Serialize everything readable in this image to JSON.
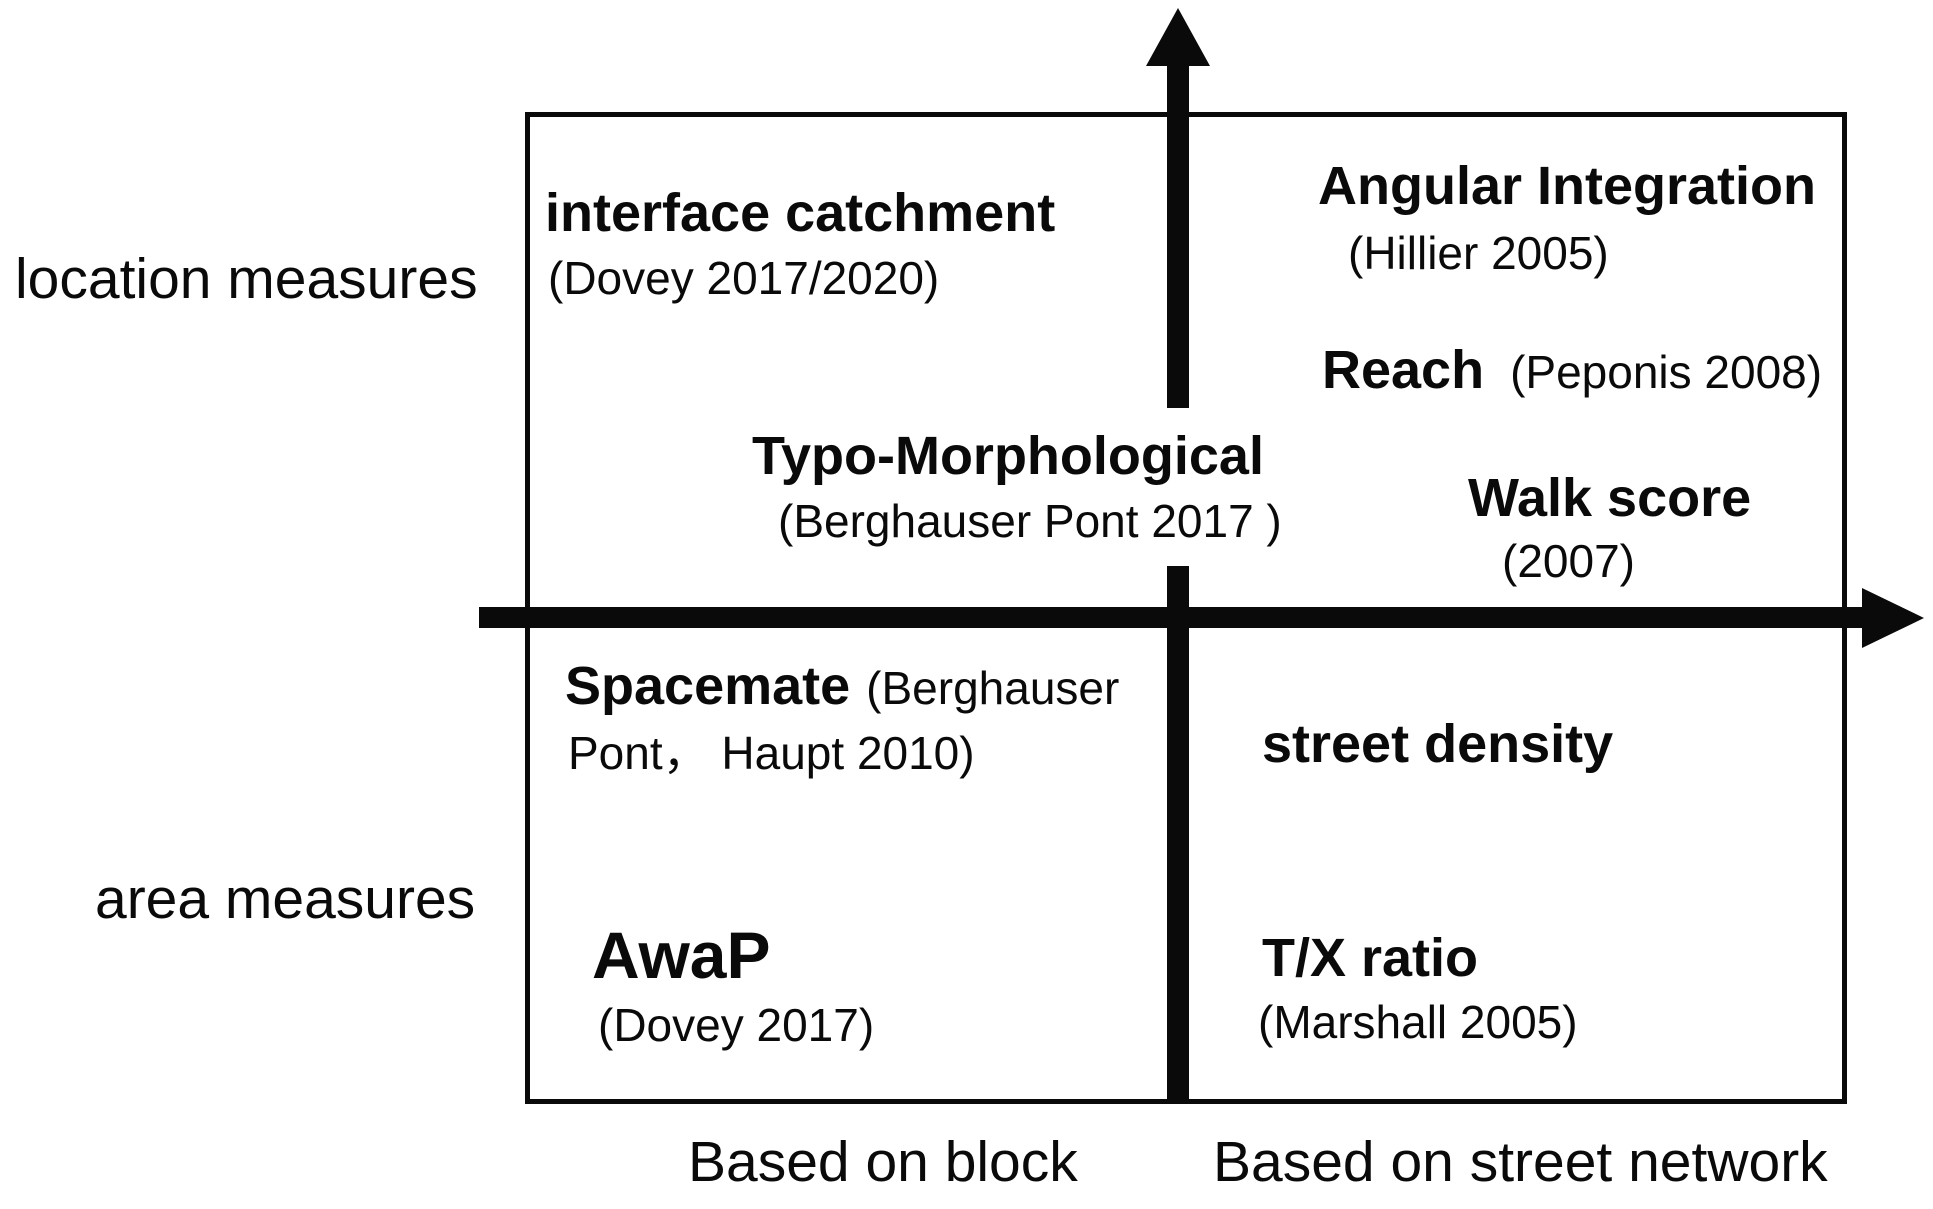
{
  "colors": {
    "ink": "#0a0a0a",
    "background": "#ffffff"
  },
  "axes": {
    "y_axis": {
      "top_label": "location measures",
      "bottom_label": "area measures"
    },
    "x_axis": {
      "left_label": "Based on block",
      "right_label": "Based on street network"
    }
  },
  "quadrants": {
    "top_left": {
      "interface_catchment": {
        "title": "interface catchment",
        "citation": "(Dovey 2017/2020)"
      },
      "typo_morphological": {
        "title": "Typo-Morphological",
        "citation": "(Berghauser Pont 2017 )"
      }
    },
    "top_right": {
      "angular_integration": {
        "title": "Angular Integration",
        "citation": "(Hillier 2005)"
      },
      "reach": {
        "title": "Reach",
        "citation": "(Peponis 2008)"
      },
      "walk_score": {
        "title": "Walk score",
        "citation": "(2007)"
      }
    },
    "bottom_left": {
      "spacemate": {
        "title": "Spacemate",
        "citation_line1": "(Berghauser",
        "citation_line2": "Pont， Haupt 2010)"
      },
      "awap": {
        "title": "AwaP",
        "citation": "(Dovey 2017)"
      }
    },
    "bottom_right": {
      "street_density": {
        "title": "street density"
      },
      "tx_ratio": {
        "title": "T/X ratio",
        "citation": "(Marshall 2005)"
      }
    }
  }
}
